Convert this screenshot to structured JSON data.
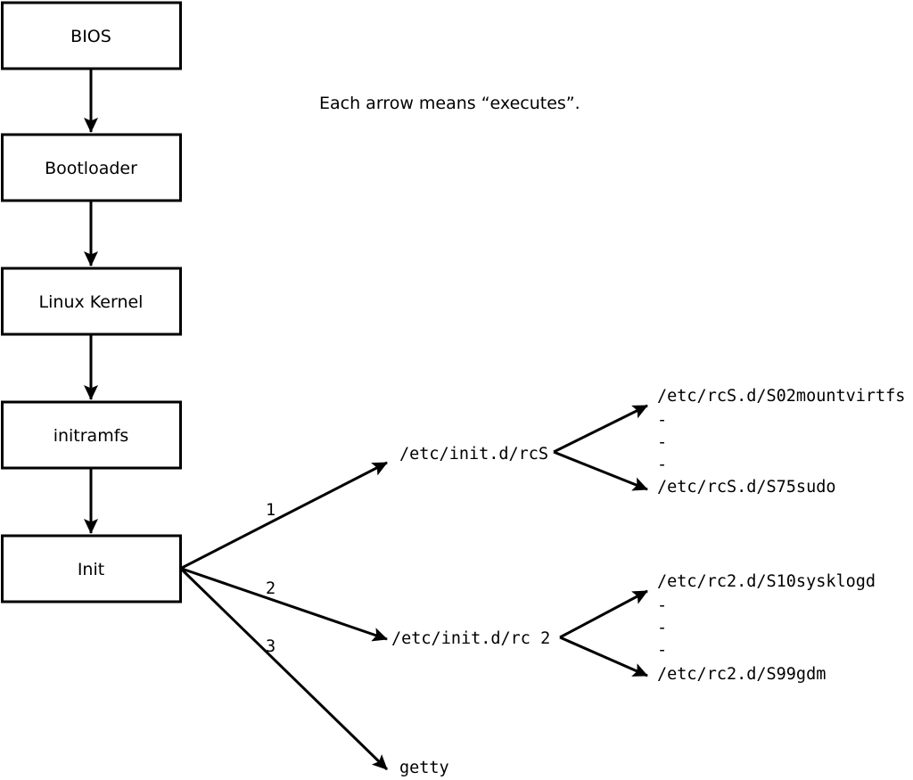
{
  "note": "Each arrow means “executes”.",
  "chain": [
    {
      "label": "BIOS"
    },
    {
      "label": "Bootloader"
    },
    {
      "label": "Linux Kernel"
    },
    {
      "label": "initramfs"
    },
    {
      "label": "Init"
    }
  ],
  "init_targets": [
    {
      "order": "1",
      "label": "/etc/init.d/rcS"
    },
    {
      "order": "2",
      "label": "/etc/init.d/rc 2"
    },
    {
      "order": "3",
      "label": "getty"
    }
  ],
  "rcS_scripts": [
    "/etc/rcS.d/S02mountvirtfs",
    "-",
    "-",
    "-",
    "/etc/rcS.d/S75sudo"
  ],
  "rc2_scripts": [
    "/etc/rc2.d/S10sysklogd",
    "-",
    "-",
    "-",
    "/etc/rc2.d/S99gdm"
  ],
  "colors": {
    "stroke": "#000000",
    "background": "#ffffff"
  }
}
